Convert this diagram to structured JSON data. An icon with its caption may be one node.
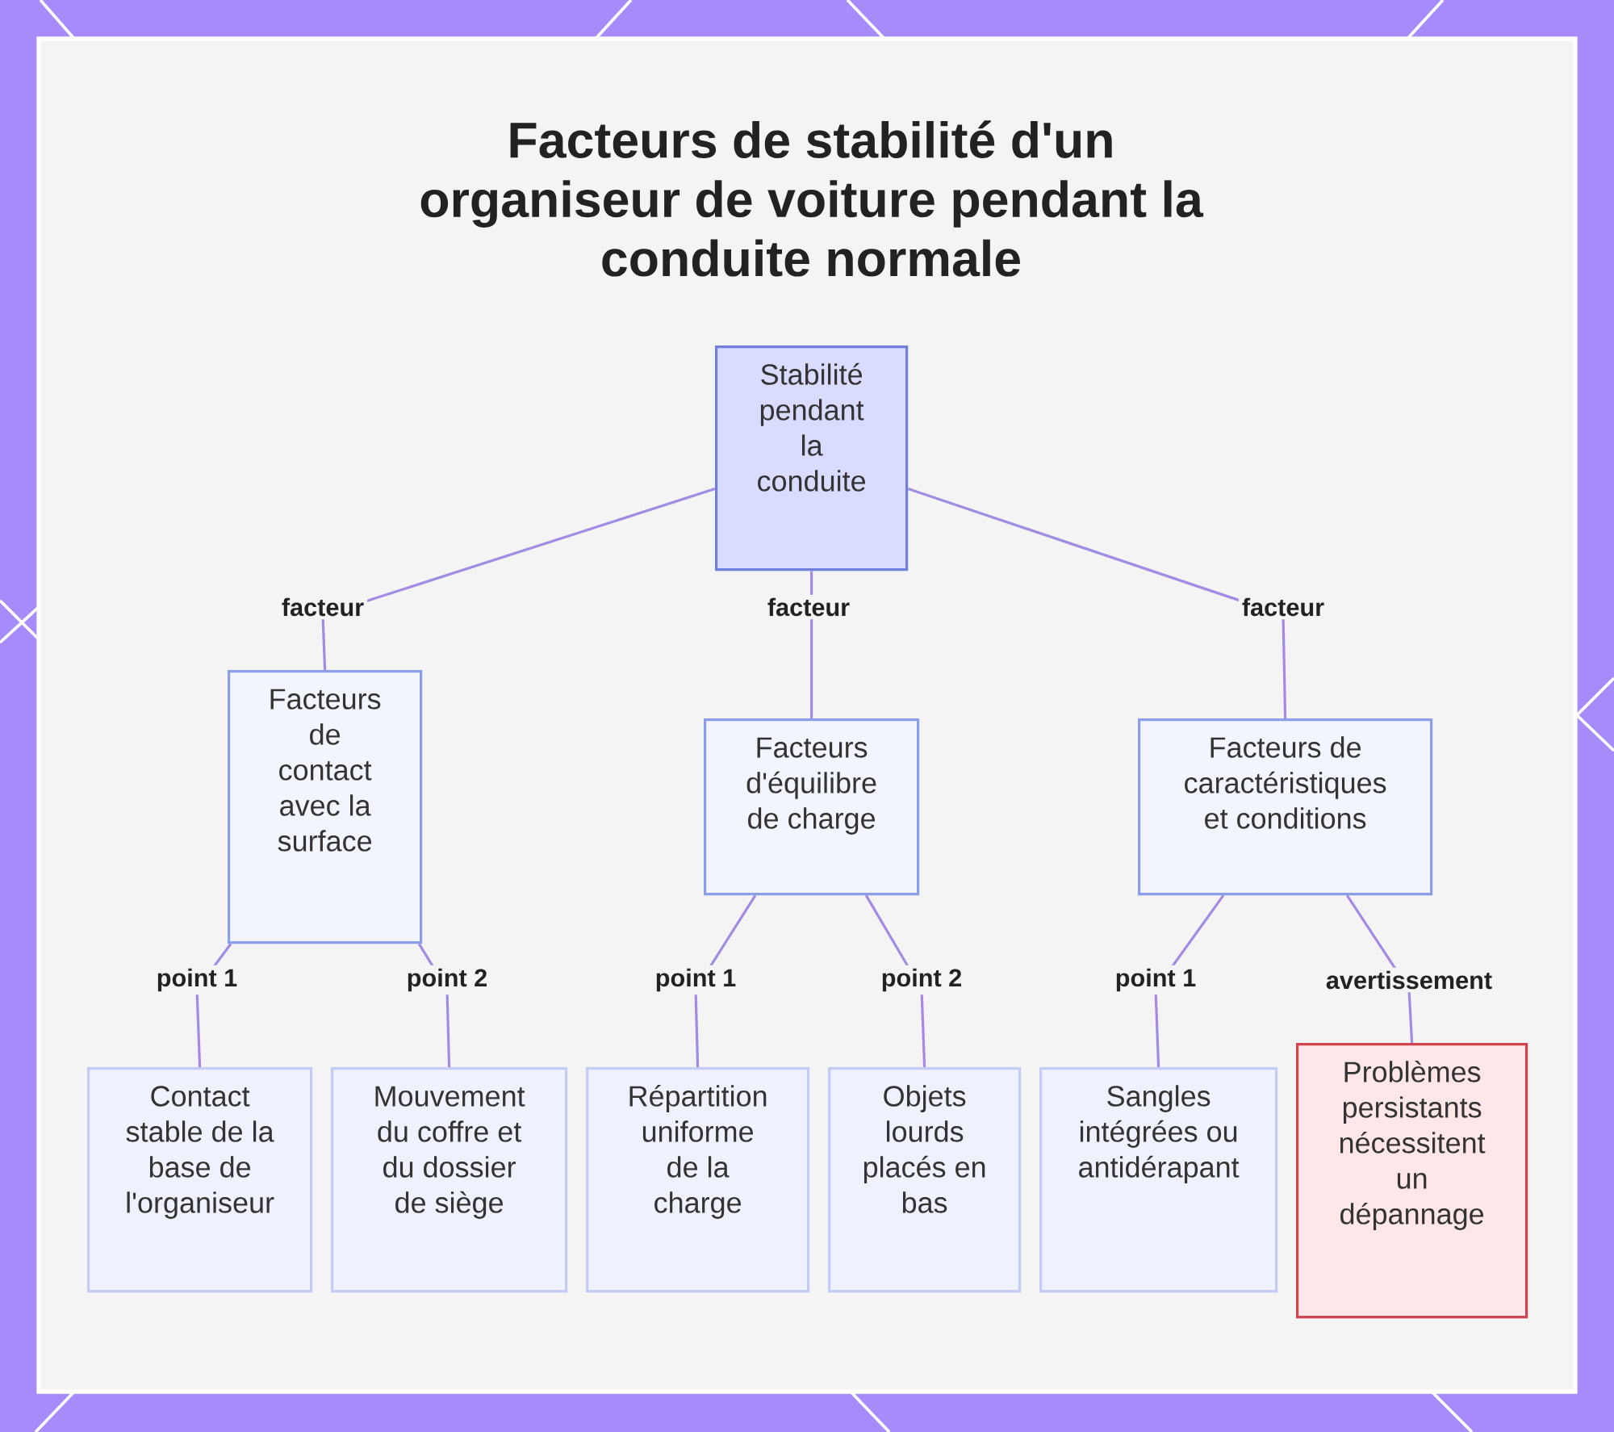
{
  "diagram": {
    "title": "Facteurs de stabilité d'un organiseur de voiture pendant la conduite normale",
    "nodes": [
      {
        "text": [
          "Stabilité pendant la conduite"
        ]
      },
      {
        "text": [
          "Facteurs de contact avec la surface"
        ]
      },
      {
        "text": [
          "Facteurs d'équilibre de charge"
        ]
      },
      {
        "text": [
          "Facteurs de caractéristiques et conditions"
        ]
      },
      {
        "text": [
          "Contact stable de la base de l'organiseur"
        ]
      },
      {
        "text": [
          "Mouvement du coffre et du dossier de siège"
        ]
      },
      {
        "text": [
          "Répartition uniforme de la charge"
        ]
      },
      {
        "text": [
          "Objets lourds placés en bas"
        ]
      },
      {
        "text": [
          "Sangles intégrées ou antidérapant"
        ]
      },
      {
        "text": [
          "Problèmes persistants nécessitent un dépannage"
        ]
      }
    ],
    "edges": [
      {
        "from": 0,
        "to": 1,
        "arrow": "none",
        "label": "facteur"
      },
      {
        "from": 0,
        "to": 2,
        "arrow": "none",
        "label": "facteur"
      },
      {
        "from": 0,
        "to": 3,
        "arrow": "none",
        "label": "facteur"
      },
      {
        "from": 1,
        "to": 4,
        "arrow": "none",
        "label": "point 1"
      },
      {
        "from": 1,
        "to": 5,
        "arrow": "none",
        "label": "point 2"
      },
      {
        "from": 2,
        "to": 6,
        "arrow": "none",
        "label": "point 1"
      },
      {
        "from": 2,
        "to": 7,
        "arrow": "none",
        "label": "point 2"
      },
      {
        "from": 3,
        "to": 8,
        "arrow": "none",
        "label": "point 1"
      },
      {
        "from": 3,
        "to": 9,
        "arrow": "none",
        "label": "avertissement"
      }
    ]
  }
}
